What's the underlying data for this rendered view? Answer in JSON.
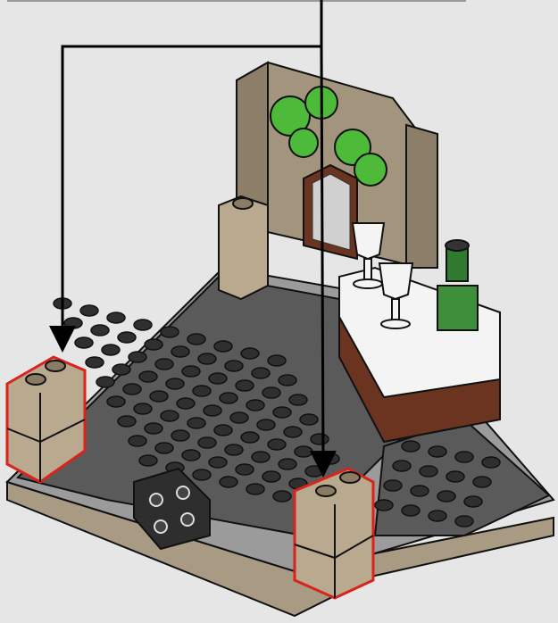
{
  "instruction": {
    "step_context": "assembly-instruction-step",
    "callouts": [
      {
        "name": "left-corner-brick-stack",
        "highlight_color": "#d9231c"
      },
      {
        "name": "front-corner-brick-stack",
        "highlight_color": "#d9231c"
      }
    ],
    "arrow_color": "#000000"
  },
  "colors": {
    "background": "#e6e6e6",
    "baseplate": "#8f8f8f",
    "plate_dark": "#4a4a4a",
    "tan": "#b8a98f",
    "dark_tan": "#8a7b64",
    "brown": "#6b3420",
    "green": "#4dba3a",
    "bottle_green": "#3f8f3a",
    "white": "#f4f4f4"
  },
  "icons": [
    "down-arrow-icon",
    "down-arrow-icon"
  ]
}
